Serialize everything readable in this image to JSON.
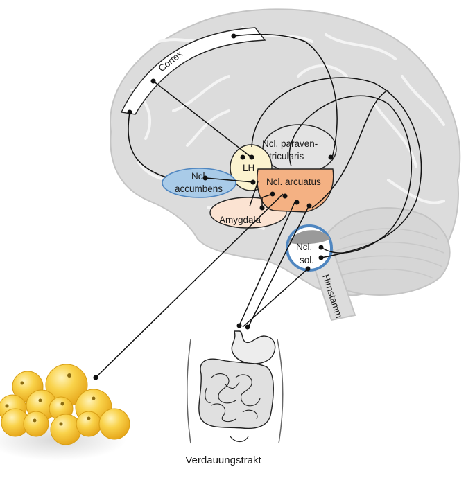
{
  "labels": {
    "cortex": "Cortex",
    "lh": "LH",
    "paraventricularis_line1": "Ncl. paraven-",
    "paraventricularis_line2": "tricularis",
    "accumbens_line1": "Ncl.",
    "accumbens_line2": "accumbens",
    "arcuatus": "Ncl. arcuatus",
    "amygdala": "Amygdala",
    "solitarius_line1": "Ncl.",
    "solitarius_line2": "sol.",
    "hirnstamm": "Hirnstamm",
    "verdauungstrakt": "Verdauungstrakt"
  },
  "colors": {
    "brain": "#dcdcdc",
    "brain_outline": "#c4c4c4",
    "lh": "#fbf3cf",
    "paraventricularis": "#e3e3e3",
    "accumbens": "#a9cbe8",
    "accumbens_outline": "#4f86c0",
    "arcuatus": "#f4b183",
    "amygdala": "#fbe3d2",
    "solitarius_ring": "#4f86c0",
    "fat": "#f6c431",
    "connection": "#111111"
  }
}
